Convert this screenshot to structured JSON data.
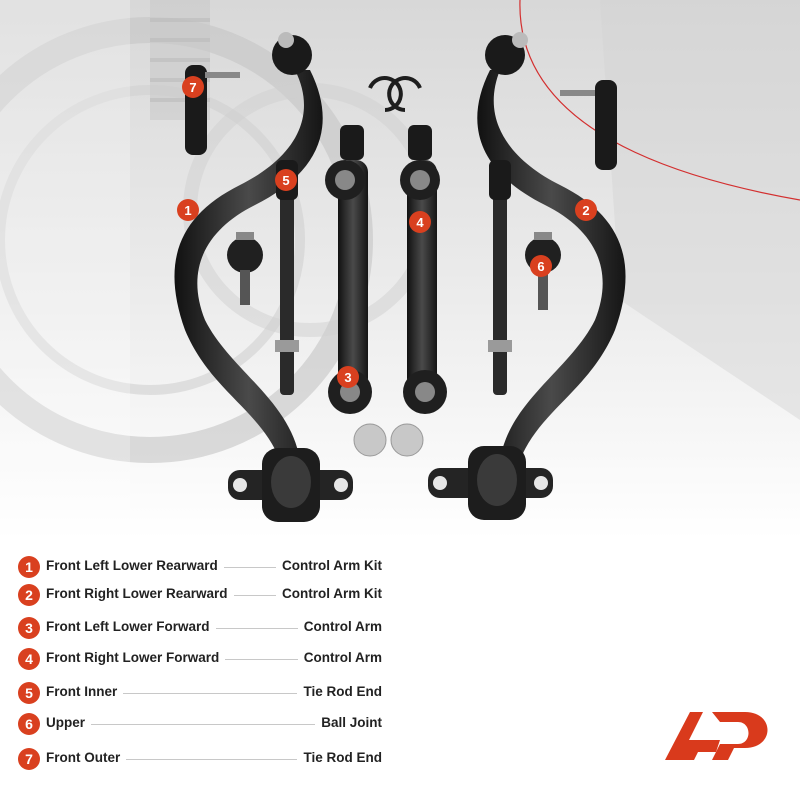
{
  "colors": {
    "badge": "#d9401f",
    "logo": "#d93a1c"
  },
  "legend": [
    {
      "num": "1",
      "part": "Front Left Lower Rearward",
      "type": "Control Arm Kit"
    },
    {
      "num": "2",
      "part": "Front Right Lower Rearward",
      "type": "Control Arm Kit"
    },
    {
      "num": "3",
      "part": "Front Left Lower Forward",
      "type": "Control Arm"
    },
    {
      "num": "4",
      "part": "Front Right Lower Forward",
      "type": "Control Arm"
    },
    {
      "num": "5",
      "part": "Front Inner",
      "type": "Tie Rod End"
    },
    {
      "num": "6",
      "part": "Upper",
      "type": "Ball Joint"
    },
    {
      "num": "7",
      "part": "Front Outer",
      "type": "Tie Rod End"
    }
  ]
}
